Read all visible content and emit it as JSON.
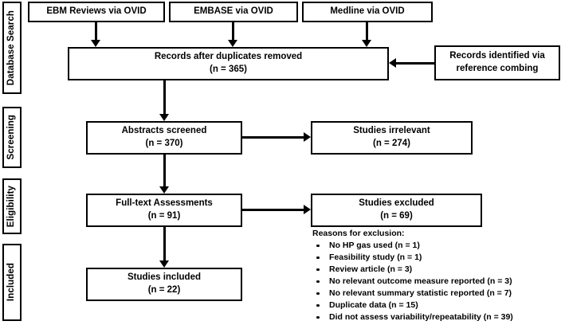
{
  "diagram": {
    "type": "prisma-flow-diagram",
    "colors": {
      "stroke": "#000000",
      "background": "#ffffff",
      "text": "#000000"
    }
  },
  "stages": [
    {
      "label": "Database Search"
    },
    {
      "label": "Screening"
    },
    {
      "label": "Eligibility"
    },
    {
      "label": "Included"
    }
  ],
  "boxes": {
    "source_ebm": {
      "line1": "EBM Reviews via OVID",
      "line2": ""
    },
    "source_embase": {
      "line1": "EMBASE via OVID",
      "line2": ""
    },
    "source_medline": {
      "line1": "Medline via OVID",
      "line2": ""
    },
    "records_after_duplicates": {
      "line1": "Records after duplicates removed",
      "line2": "(n = 365)"
    },
    "records_reference_combing": {
      "line1": "Records identified via",
      "line2": "reference combing"
    },
    "abstracts_screened": {
      "line1": "Abstracts screened",
      "line2": "(n = 370)"
    },
    "studies_irrelevant": {
      "line1": "Studies irrelevant",
      "line2": "(n = 274)"
    },
    "fulltext_assessments": {
      "line1": "Full-text Assessments",
      "line2": "(n = 91)"
    },
    "studies_excluded": {
      "line1": "Studies excluded",
      "line2": "(n = 69)"
    },
    "studies_included": {
      "line1": "Studies included",
      "line2": "(n = 22)"
    }
  },
  "exclusion": {
    "heading": "Reasons for exclusion:",
    "items": [
      "No HP gas used (n = 1)",
      "Feasibility study (n = 1)",
      "Review article (n = 3)",
      "No relevant outcome measure reported (n = 3)",
      "No relevant summary statistic reported (n = 7)",
      "Duplicate data (n = 15)",
      "Did not assess variability/repeatability (n = 39)"
    ]
  }
}
